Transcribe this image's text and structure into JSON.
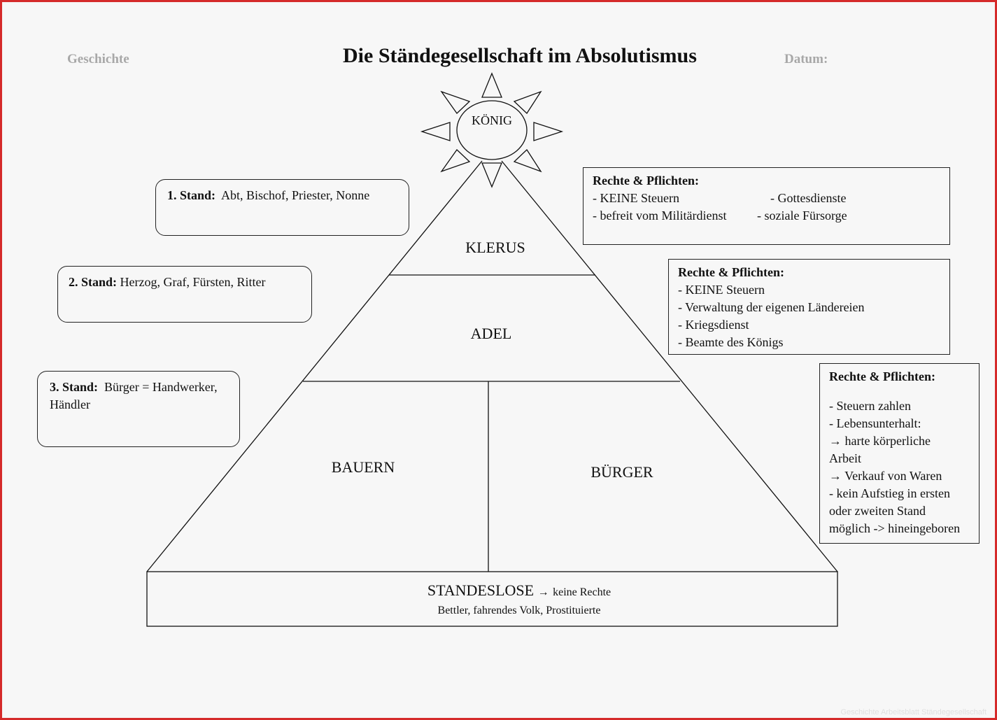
{
  "header": {
    "subject": "Geschichte",
    "title": "Die Ständegesellschaft im Absolutismus",
    "date_label": "Datum:"
  },
  "pyramid": {
    "king": "KÖNIG",
    "klerus": "KLERUS",
    "adel": "ADEL",
    "bauern": "BAUERN",
    "buerger": "BÜRGER",
    "standeslose": {
      "title": "STANDESLOSE",
      "arrow": "→",
      "note": "keine Rechte",
      "members": "Bettler, fahrendes Volk, Prostituierte"
    }
  },
  "estates": {
    "first": {
      "label": "1. Stand:",
      "text": "Abt, Bischof, Priester, Nonne"
    },
    "second": {
      "label": "2. Stand:",
      "text": "Herzog, Graf, Fürsten, Ritter"
    },
    "third": {
      "label": "3. Stand:",
      "text_line1": "Bürger = Handwerker,",
      "text_line2": "Händler"
    }
  },
  "rights": {
    "klerus": {
      "heading": "Rechte & Pflichten:",
      "col1": [
        "- KEINE Steuern",
        "- befreit vom Militärdienst"
      ],
      "col2": [
        "- Gottesdienste",
        "- soziale Fürsorge"
      ]
    },
    "adel": {
      "heading": "Rechte & Pflichten:",
      "items": [
        "- KEINE Steuern",
        "- Verwaltung der eigenen Ländereien",
        "- Kriegsdienst",
        "- Beamte des Königs"
      ]
    },
    "buerger": {
      "heading": "Rechte & Pflichten:",
      "items": [
        "- Steuern zahlen",
        "- Lebensunterhalt:",
        "→ harte körperliche",
        "Arbeit",
        "→ Verkauf von Waren",
        "- kein Aufstieg in ersten",
        "oder zweiten Stand",
        "möglich -> hineingeboren"
      ]
    }
  },
  "watermark": "Geschichte Arbeitsblatt Ständegesellschaft",
  "colors": {
    "frame": "#d52a2a",
    "background": "#f7f7f7",
    "ink": "#111111",
    "header_gray": "#a8a8a8"
  }
}
